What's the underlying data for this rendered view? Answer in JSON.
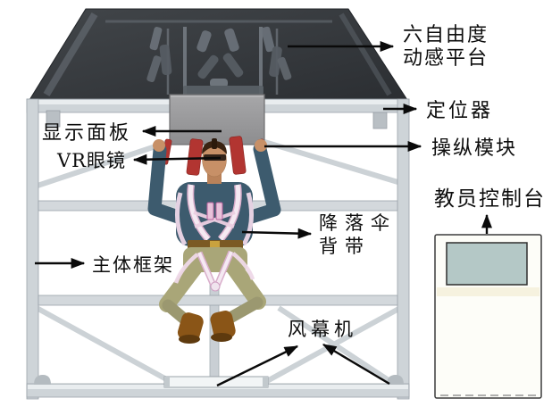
{
  "diagram": {
    "labels": {
      "motion_platform_line1": "六自由度",
      "motion_platform_line2": "动感平台",
      "locator": "定位器",
      "control_module": "操纵模块",
      "instructor_console": "教员控制台",
      "display_panel": "显示面板",
      "vr_glasses": "VR眼镜",
      "main_frame": "主体框架",
      "parachute_harness_line1": "降落伞",
      "parachute_harness_line2": "背带",
      "air_curtain": "风幕机"
    },
    "colors": {
      "background": "#ffffff",
      "platform_dark": "#35383c",
      "frame_gray": "#ced4d8",
      "panel_gray": "#9a9a9c",
      "riser_red": "#b23531",
      "jacket_blue": "#3d5b6e",
      "pants_khaki": "#a9a678",
      "boot_brown": "#8a5517",
      "harness_pink": "#f5e9f2",
      "console_screen": "#b4c8c6",
      "arrow_black": "#0a0a0a"
    }
  }
}
